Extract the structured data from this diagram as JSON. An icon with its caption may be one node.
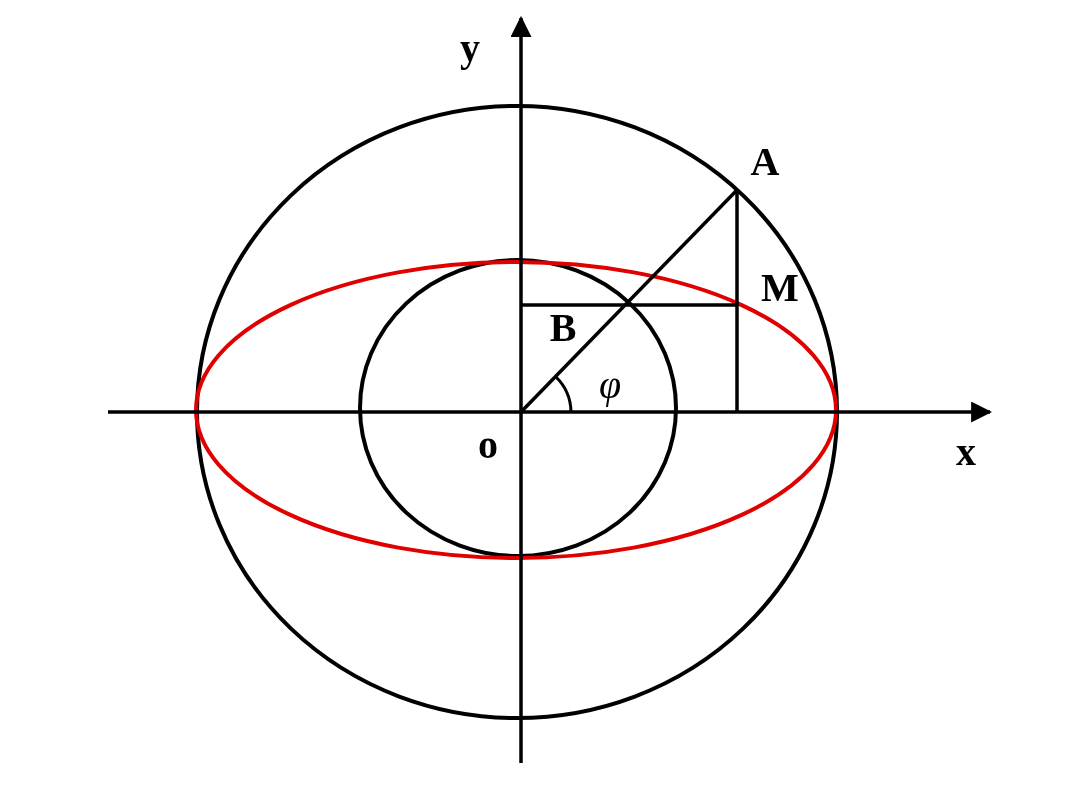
{
  "diagram": {
    "labels": [
      "y",
      "A",
      "M",
      "B",
      "φ",
      "o",
      "x"
    ]
  }
}
